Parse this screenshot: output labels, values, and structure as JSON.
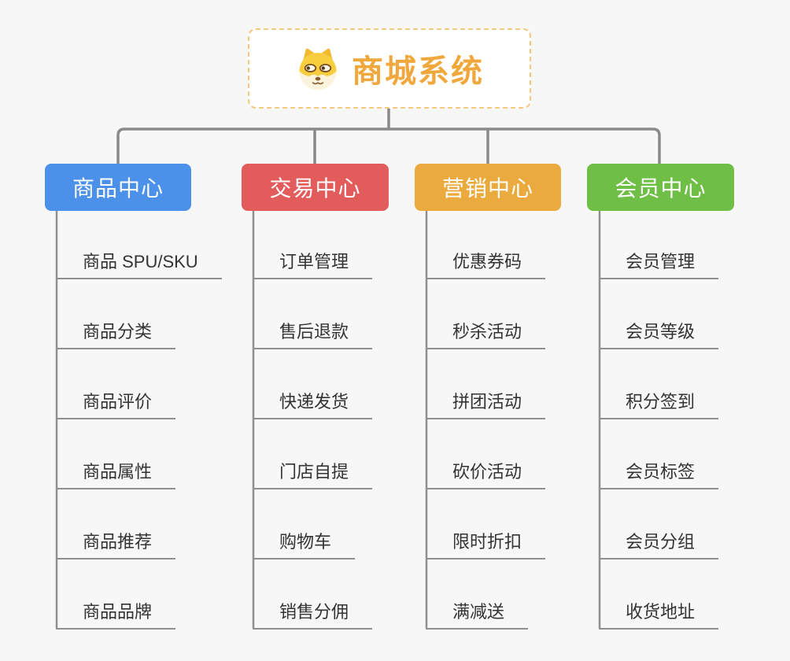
{
  "root": {
    "title": "商城系统",
    "icon": "dog-face-icon",
    "accent_color": "#f0a73c",
    "border_color": "#f6c77f"
  },
  "branches": [
    {
      "label": "商品中心",
      "color": "#4b91ea",
      "children": [
        "商品 SPU/SKU",
        "商品分类",
        "商品评价",
        "商品属性",
        "商品推荐",
        "商品品牌"
      ]
    },
    {
      "label": "交易中心",
      "color": "#e25c5c",
      "children": [
        "订单管理",
        "售后退款",
        "快递发货",
        "门店自提",
        "购物车",
        "销售分佣"
      ]
    },
    {
      "label": "营销中心",
      "color": "#ebaa3d",
      "children": [
        "优惠券码",
        "秒杀活动",
        "拼团活动",
        "砍价活动",
        "限时折扣",
        "满减送"
      ]
    },
    {
      "label": "会员中心",
      "color": "#6fbe45",
      "children": [
        "会员管理",
        "会员等级",
        "积分签到",
        "会员标签",
        "会员分组",
        "收货地址"
      ]
    }
  ],
  "style": {
    "connector_color": "#8a8a8a",
    "leaf_text_color": "#333333",
    "background_color": "#f7f7f7"
  }
}
